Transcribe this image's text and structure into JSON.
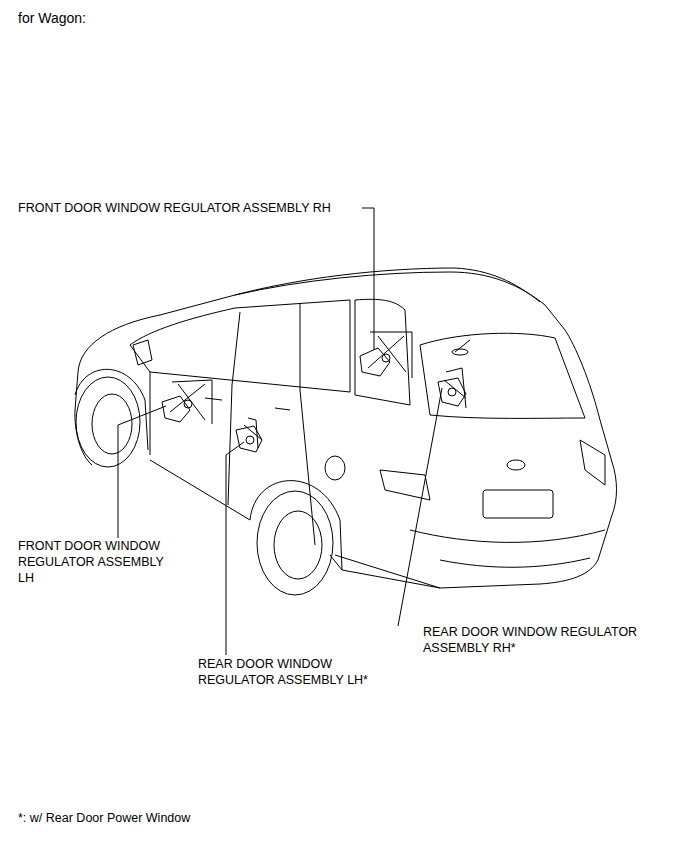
{
  "diagram": {
    "title": "for Wagon:",
    "labels": [
      "FRONT DOOR WINDOW REGULATOR ASSEMBLY RH",
      "FRONT DOOR WINDOW REGULATOR ASSEMBLY LH",
      "REAR DOOR WINDOW REGULATOR ASSEMBLY LH*",
      "REAR DOOR WINDOW REGULATOR ASSEMBLY RH*",
      "*: w/ Rear Door Power Window"
    ]
  }
}
